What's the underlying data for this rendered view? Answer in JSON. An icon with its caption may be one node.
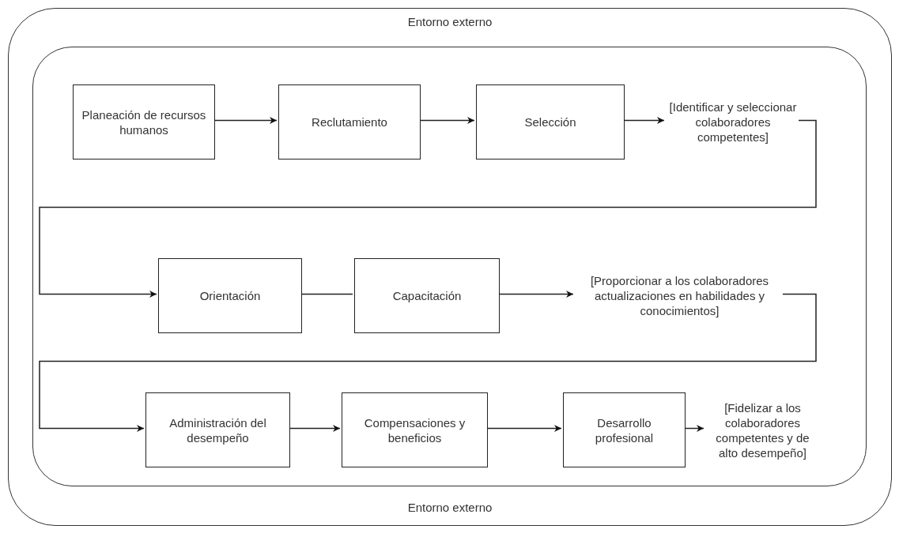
{
  "diagram": {
    "nodes": [
      {
        "text": [
          "Entorno externo",
          "Entorno externo"
        ]
      },
      {
        "text": [],
        "shape": "box",
        "in": 0
      },
      {
        "text": [
          "Planeación de recursos humanos"
        ],
        "in": 1
      },
      {
        "text": [
          "Reclutamiento"
        ],
        "in": 1
      },
      {
        "text": [
          "Selección"
        ],
        "in": 1
      },
      {
        "text": [
          "[Identificar y seleccionar colaboradores competentes]"
        ],
        "in": 1
      },
      {
        "text": [
          "Orientación"
        ],
        "in": 1
      },
      {
        "text": [
          "Capacitación"
        ],
        "in": 1
      },
      {
        "text": [
          "[Proporcionar a los colaboradores actualizaciones en habilidades y conocimientos]"
        ],
        "in": 1
      },
      {
        "text": [
          "Administración del desempeño"
        ],
        "in": 1
      },
      {
        "text": [
          "Compensaciones y beneficios"
        ],
        "in": 1
      },
      {
        "text": [
          "Desarrollo profesional"
        ],
        "in": 1
      },
      {
        "text": [
          "[Fidelizar a los colaboradores competentes y de alto desempeño]"
        ],
        "in": 1
      }
    ],
    "edges": [
      {
        "from": 2,
        "to": 3,
        "arrow": "to"
      },
      {
        "from": 3,
        "to": 4,
        "arrow": "to"
      },
      {
        "from": 4,
        "to": 5,
        "arrow": "to"
      },
      {
        "from": 5,
        "to": 6,
        "arrow": "to"
      },
      {
        "from": 6,
        "to": 7,
        "arrow": "none"
      },
      {
        "from": 7,
        "to": 8,
        "arrow": "to"
      },
      {
        "from": 8,
        "to": 9,
        "arrow": "to"
      },
      {
        "from": 9,
        "to": 10,
        "arrow": "to"
      },
      {
        "from": 10,
        "to": 11,
        "arrow": "to"
      },
      {
        "from": 11,
        "to": 12,
        "arrow": "to"
      }
    ]
  }
}
